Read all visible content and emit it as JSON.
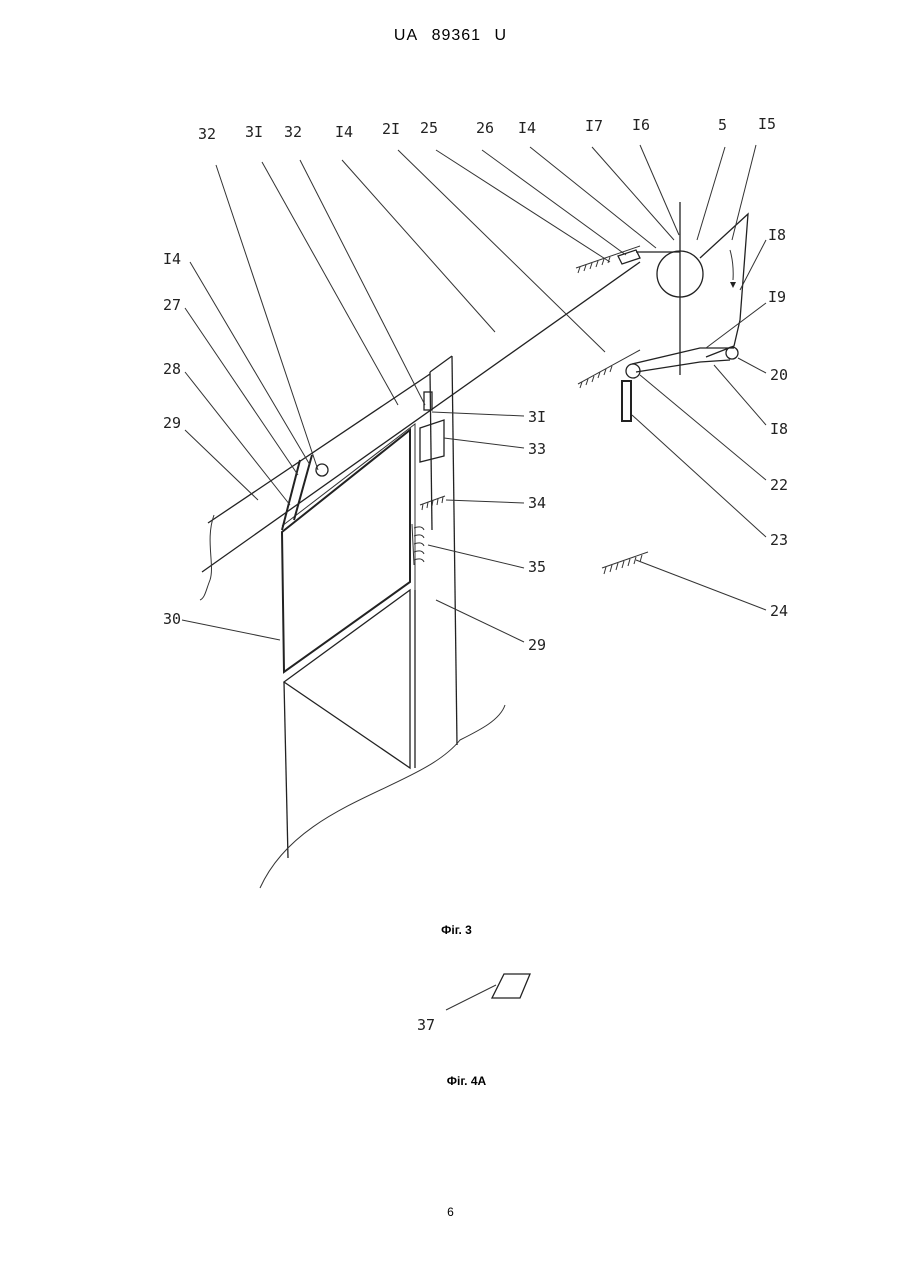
{
  "header": {
    "country": "UA",
    "number": "89361",
    "kind": "U"
  },
  "figure3": {
    "caption": "Фіг. 3",
    "labels": {
      "l32a": "32",
      "l31a": "3I",
      "l32b": "32",
      "l14a": "I4",
      "l21": "2I",
      "l25": "25",
      "l26": "26",
      "l14b": "I4",
      "l17": "I7",
      "l16": "I6",
      "l5": "5",
      "l15": "I5",
      "l18a": "I8",
      "l19": "I9",
      "l20": "20",
      "l18b": "I8",
      "l22": "22",
      "l23": "23",
      "l24": "24",
      "l14c": "I4",
      "l27": "27",
      "l28": "28",
      "l29a": "29",
      "l30": "30",
      "l31b": "3I",
      "l33": "33",
      "l34": "34",
      "l35": "35",
      "l29b": "29"
    }
  },
  "figure4a": {
    "caption": "Фіг. 4А",
    "labels": {
      "l37": "37"
    }
  },
  "page_number": "6"
}
